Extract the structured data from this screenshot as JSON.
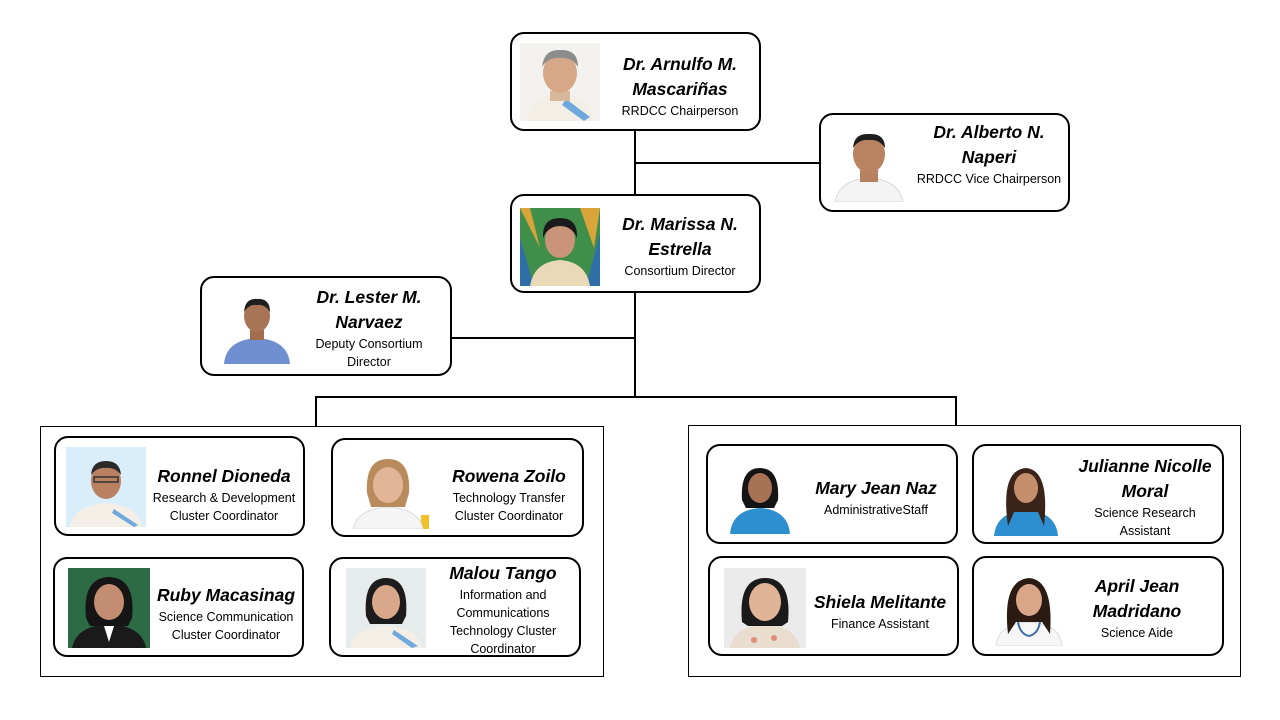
{
  "colors": {
    "line": "#000000",
    "card_border": "#000000",
    "background": "#ffffff",
    "uniform_blue": "#2d8fd0",
    "barong": "#f3efe6"
  },
  "chairperson": {
    "name": "Dr. Arnulfo M. Mascariñas",
    "role": "RRDCC Chairperson"
  },
  "vice_chairperson": {
    "name": "Dr. Alberto N. Naperi",
    "role": "RRDCC Vice Chairperson"
  },
  "director": {
    "name": "Dr. Marissa N. Estrella",
    "role": "Consortium Director"
  },
  "deputy": {
    "name": "Dr. Lester M. Narvaez",
    "role": "Deputy Consortium Director"
  },
  "coordinators": [
    {
      "name": "Ronnel Dioneda",
      "role": "Research & Development Cluster Coordinator"
    },
    {
      "name": "Rowena Zoilo",
      "role": "Technology Transfer Cluster Coordinator"
    },
    {
      "name": "Ruby Macasinag",
      "role": "Science Communication Cluster Coordinator"
    },
    {
      "name": "Malou Tango",
      "role": "Information and Communications Technology Cluster Coordinator"
    }
  ],
  "staff": [
    {
      "name": "Mary Jean Naz",
      "role": "AdministrativeStaff"
    },
    {
      "name": "Julianne Nicolle Moral",
      "role": "Science Research Assistant"
    },
    {
      "name": "Shiela Melitante",
      "role": "Finance Assistant"
    },
    {
      "name": "April Jean Madridano",
      "role": "Science Aide"
    }
  ]
}
